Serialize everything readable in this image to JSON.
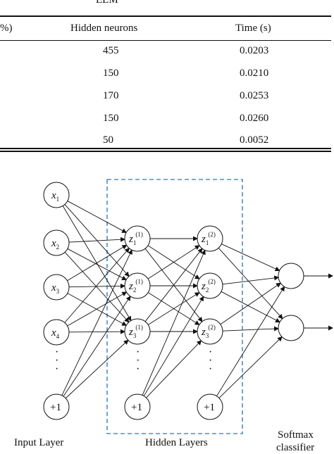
{
  "table": {
    "group_label": "ELM",
    "headers": [
      "%)",
      "Hidden neurons",
      "Time (s)"
    ],
    "rows": [
      {
        "hidden": "455",
        "time": "0.0203"
      },
      {
        "hidden": "150",
        "time": "0.0210"
      },
      {
        "hidden": "170",
        "time": "0.0253"
      },
      {
        "hidden": "150",
        "time": "0.0260"
      },
      {
        "hidden": "50",
        "time": "0.0052"
      }
    ]
  },
  "diagram": {
    "input_nodes": [
      {
        "base": "x",
        "sub": "1"
      },
      {
        "base": "x",
        "sub": "2"
      },
      {
        "base": "x",
        "sub": "3"
      },
      {
        "base": "x",
        "sub": "4"
      }
    ],
    "hidden1_nodes": [
      {
        "base": "z",
        "sub": "1",
        "sup": "(1)"
      },
      {
        "base": "z",
        "sub": "2",
        "sup": "(1)"
      },
      {
        "base": "z",
        "sub": "3",
        "sup": "(1)"
      }
    ],
    "hidden2_nodes": [
      {
        "base": "z",
        "sub": "1",
        "sup": "(2)"
      },
      {
        "base": "z",
        "sub": "2",
        "sup": "(2)"
      },
      {
        "base": "z",
        "sub": "3",
        "sup": "(2)"
      }
    ],
    "bias_label": "+1",
    "ellipsis": "·\n·\n·",
    "labels": {
      "input": "Input Layer",
      "hidden": "Hidden Layers",
      "softmax_line1": "Softmax",
      "softmax_line2": "classifier"
    },
    "colors": {
      "dashed_box": "#4a90c8",
      "stroke": "#111111"
    }
  }
}
